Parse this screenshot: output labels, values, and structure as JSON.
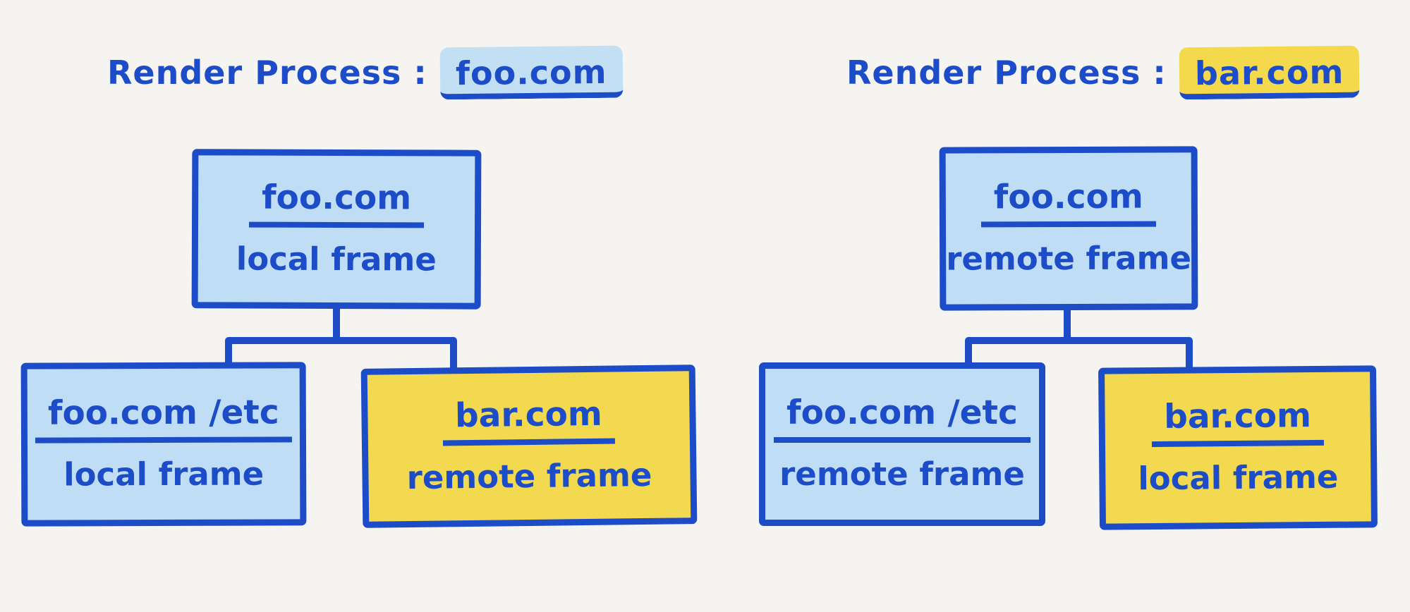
{
  "colors": {
    "background": "#f5f4f1",
    "ink_blue": "#1d4cc9",
    "light_blue_fill": "#bfddf4",
    "yellow_fill": "#f2d950"
  },
  "left_process": {
    "title_prefix": "Render Process :",
    "title_domain": "foo.com",
    "root": {
      "domain": "foo.com",
      "frame_type": "local frame"
    },
    "children": [
      {
        "domain": "foo.com /etc",
        "frame_type": "local frame"
      },
      {
        "domain": "bar.com",
        "frame_type": "remote frame"
      }
    ]
  },
  "right_process": {
    "title_prefix": "Render Process :",
    "title_domain": "bar.com",
    "root": {
      "domain": "foo.com",
      "frame_type": "remote frame"
    },
    "children": [
      {
        "domain": "foo.com /etc",
        "frame_type": "remote frame"
      },
      {
        "domain": "bar.com",
        "frame_type": "local frame"
      }
    ]
  }
}
